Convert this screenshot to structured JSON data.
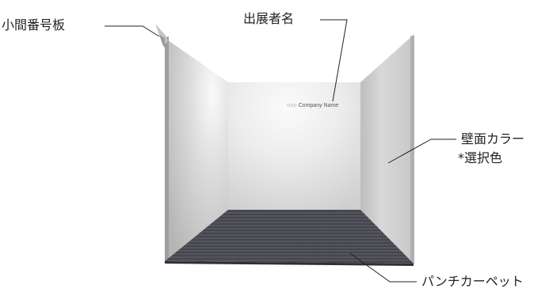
{
  "labels": {
    "booth_number_plate": "小間番号板",
    "exhibitor_name": "出展者名",
    "wall_color": "壁面カラー",
    "wall_color_note": "*選択色",
    "punch_carpet": "パンチカーペット"
  },
  "booth": {
    "company_sign": "○○○ Company Name"
  },
  "colors": {
    "wall_light": "#f3f3f3",
    "wall_mid": "#d9d9d9",
    "wall_shadow": "#a9a9a9",
    "floor": "#4a4a52",
    "leader_line": "#222222"
  }
}
